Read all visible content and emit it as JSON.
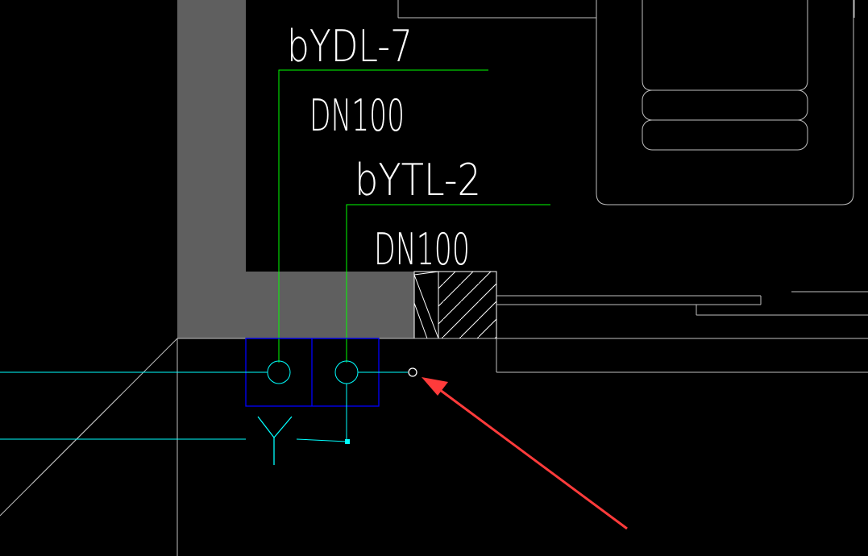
{
  "labels": {
    "riser1_name": "bYDL-7",
    "riser1_size": "DN100",
    "riser2_name": "bYTL-2",
    "riser2_size": "DN100"
  },
  "colors": {
    "background": "#000000",
    "wall": "#5f5f5f",
    "leader": "#00ff00",
    "pipe": "#00ffff",
    "box": "#0000ff",
    "gray_line": "#bfbfbf",
    "text": "#ffffff",
    "annotation_arrow": "#ff3b3b"
  },
  "icons": {
    "floor_drain": "y-symbol-icon",
    "pipe_end": "square-node-icon"
  }
}
